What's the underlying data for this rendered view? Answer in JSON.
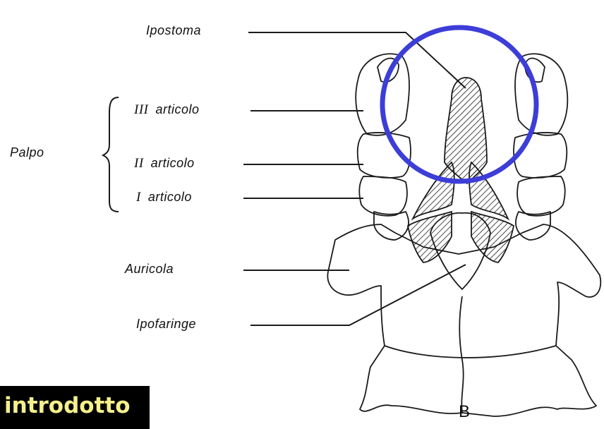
{
  "labels": {
    "ipostoma": "Ipostoma",
    "palpo": "Palpo",
    "articolo_iii_numeral": "III",
    "articolo_ii_numeral": "II",
    "articolo_i_numeral": "I",
    "articolo_word": "articolo",
    "auricola": "Auricola",
    "ipofaringe": "Ipofaringe",
    "figure_letter": "B"
  },
  "banner": {
    "text": "introdotto"
  },
  "colors": {
    "highlight_circle": "#3d3dd8",
    "banner_background": "#000000",
    "banner_text": "#f5f08c",
    "line": "#1a1a1a"
  }
}
